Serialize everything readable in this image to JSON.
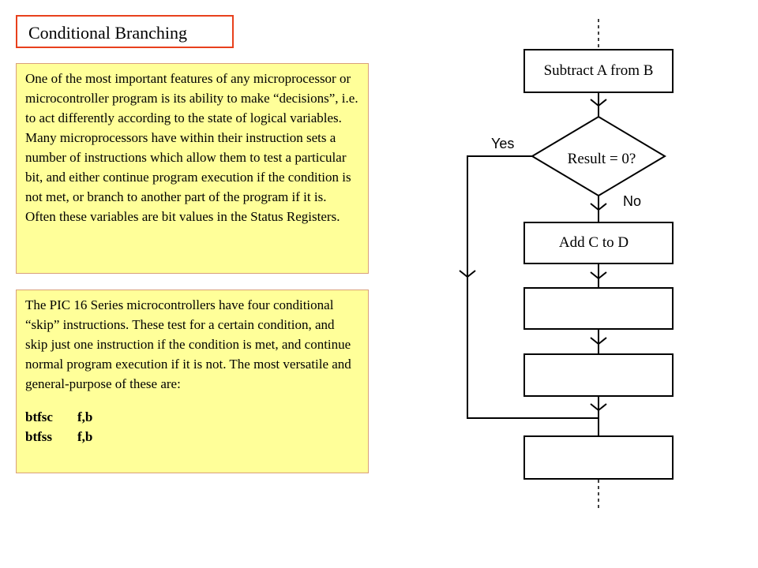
{
  "title": "Conditional Branching",
  "paragraph1": "One of the most important features of any microprocessor or microcontroller program is its ability to make “decisions”, i.e. to act differently according to the state of logical variables. Many microprocessors have within their instruction sets a number of instructions which allow them to test a particular bit, and either continue program execution if the condition is not met, or branch to another part of the program if it is. Often these variables are bit values in the Status Registers.",
  "paragraph2": "The PIC 16 Series microcontrollers have four conditional “skip” instructions. These test for a certain condition, and skip just one instruction if the condition is met, and continue normal program execution if it is not. The most versatile and general-purpose of these are:",
  "instructions": [
    {
      "op": "btfsc",
      "args": "f,b"
    },
    {
      "op": "btfss",
      "args": "f,b"
    }
  ],
  "flowchart": {
    "step1": "Subtract A from B",
    "decision": "Result = 0?",
    "yes_label": "Yes",
    "no_label": "No",
    "step2": "Add C to D",
    "step3": "",
    "step4": "",
    "step5": ""
  }
}
